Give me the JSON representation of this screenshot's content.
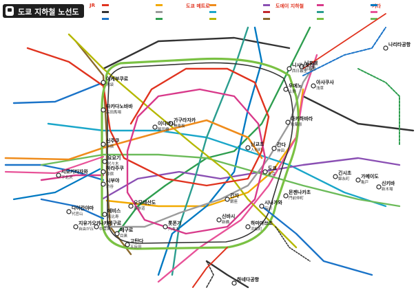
{
  "title": "도쿄 지하철 노선도",
  "legend": {
    "sec1": "JR",
    "sec2": "도쿄 메트로",
    "sec3": "도에이 지하철",
    "sec4": "기타",
    "items": [
      {
        "color": "#e0331f",
        "col": 0,
        "row": 0
      },
      {
        "color": "#333333",
        "col": 0,
        "row": 1
      },
      {
        "color": "#1a73c8",
        "col": 0,
        "row": 2
      },
      {
        "color": "#f2a900",
        "col": 1,
        "row": 0
      },
      {
        "color": "#9b9b9b",
        "col": 1,
        "row": 1
      },
      {
        "color": "#2e9e4f",
        "col": 1,
        "row": 2
      },
      {
        "color": "#ef8c1c",
        "col": 2,
        "row": 0
      },
      {
        "color": "#1aa6c9",
        "col": 2,
        "row": 1
      },
      {
        "color": "#b5b800",
        "col": 2,
        "row": 2
      },
      {
        "color": "#8a4fb3",
        "col": 3,
        "row": 0
      },
      {
        "color": "#c1272d",
        "col": 3,
        "row": 1
      },
      {
        "color": "#8a6a2e",
        "col": 3,
        "row": 2
      },
      {
        "color": "#d8398a",
        "col": 4,
        "row": 0
      },
      {
        "color": "#2a9d8f",
        "col": 4,
        "row": 1
      },
      {
        "color": "#7ac143",
        "col": 4,
        "row": 2
      },
      {
        "color": "#0079c2",
        "col": 5,
        "row": 0
      },
      {
        "color": "#e85298",
        "col": 5,
        "row": 1
      },
      {
        "color": "#6cbb5a",
        "col": 5,
        "row": 2
      }
    ]
  },
  "colors": {
    "yamanote": "#7ac143",
    "chuo": "#ef8c1c",
    "marunouchi": "#e0331f",
    "ginza": "#f2a900",
    "hibiya": "#9b9b9b",
    "tozai": "#1aa6c9",
    "chiyoda": "#2e9e4f",
    "yurakucho": "#b5b800",
    "hanzomon": "#8a4fb3",
    "namboku": "#2a9d8f",
    "fukutoshin": "#8a6a2e",
    "asakusa": "#e85298",
    "mita": "#0079c2",
    "shinjuku": "#6cbb5a",
    "oedo": "#d8398a",
    "jr": "#333333",
    "private": "#1a73c8"
  },
  "stations": [
    {
      "ko": "이케부쿠로",
      "ja": "池袋"
    },
    {
      "ko": "신주쿠",
      "ja": "新宿"
    },
    {
      "ko": "시부야",
      "ja": "渋谷"
    },
    {
      "ko": "에비스",
      "ja": "恵比寿"
    },
    {
      "ko": "도쿄",
      "ja": "東京"
    },
    {
      "ko": "우에노",
      "ja": "上野"
    },
    {
      "ko": "아키하바라",
      "ja": "秋葉原"
    },
    {
      "ko": "간다",
      "ja": "神田"
    },
    {
      "ko": "긴자",
      "ja": "銀座"
    },
    {
      "ko": "신바시",
      "ja": "新橋"
    },
    {
      "ko": "시나가와",
      "ja": "品川"
    },
    {
      "ko": "고탄다",
      "ja": "五反田"
    },
    {
      "ko": "메구로",
      "ja": "目黒"
    },
    {
      "ko": "요요기",
      "ja": "代々木"
    },
    {
      "ko": "하라주쿠",
      "ja": "原宿"
    },
    {
      "ko": "롯폰기",
      "ja": "六本木"
    },
    {
      "ko": "오모테산도",
      "ja": "表参道"
    },
    {
      "ko": "이다바시",
      "ja": "飯田橋"
    },
    {
      "ko": "닛포리",
      "ja": "日暮里"
    },
    {
      "ko": "가구라자카",
      "ja": "神楽坂"
    },
    {
      "ko": "닌교초",
      "ja": "人形町"
    },
    {
      "ko": "아사쿠사",
      "ja": "浅草"
    },
    {
      "ko": "긴시초",
      "ja": "錦糸町"
    },
    {
      "ko": "가메이도",
      "ja": "亀戸"
    },
    {
      "ko": "다카다노바바",
      "ja": "高田馬場"
    },
    {
      "ko": "시모키타자와",
      "ja": "下北沢"
    },
    {
      "ko": "지유가오카",
      "ja": "自由が丘"
    },
    {
      "ko": "나카메구로",
      "ja": "中目黒"
    },
    {
      "ko": "신키바",
      "ja": "新木場"
    },
    {
      "ko": "몬젠나카초",
      "ja": "門前仲町"
    },
    {
      "ko": "다이칸야마",
      "ja": "代官山"
    },
    {
      "ko": "하마마쓰초",
      "ja": "浜松町"
    },
    {
      "ko": "니시닛포리",
      "ja": "西日暮里"
    },
    {
      "ko": "나리타공항",
      "ja": ""
    },
    {
      "ko": "하네다공항",
      "ja": ""
    }
  ]
}
